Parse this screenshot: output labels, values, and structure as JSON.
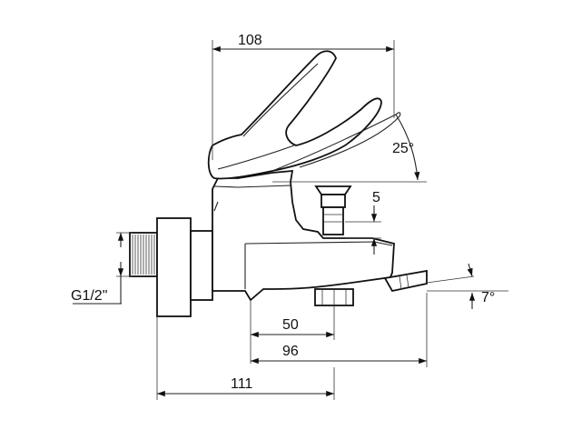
{
  "dimensions": {
    "top_width": "108",
    "lever_angle": "25°",
    "stem_offset": "5",
    "outlet_angle": "7°",
    "connection_thread": "G1/2\"",
    "outlet_distance": "50",
    "spout_distance": "96",
    "overall_length": "111"
  },
  "colors": {
    "line": "#111111",
    "background": "#ffffff"
  }
}
